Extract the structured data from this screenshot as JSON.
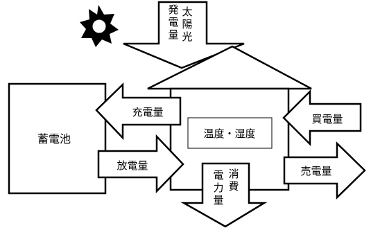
{
  "diagram": {
    "solar_generation": {
      "label_left": "発電量",
      "label_right": "太陽光"
    },
    "center_box": {
      "label": "温度・湿度"
    },
    "battery": {
      "label": "蓄電池"
    },
    "charge": {
      "label": "充電量"
    },
    "discharge": {
      "label": "放電量"
    },
    "purchase": {
      "label": "買電量"
    },
    "sale": {
      "label": "売電量"
    },
    "consumption": {
      "label_left": "電力量",
      "label_right": "消費"
    },
    "sun_icon": "sun-icon"
  },
  "colors": {
    "stroke": "#000000",
    "fill": "#ffffff"
  }
}
